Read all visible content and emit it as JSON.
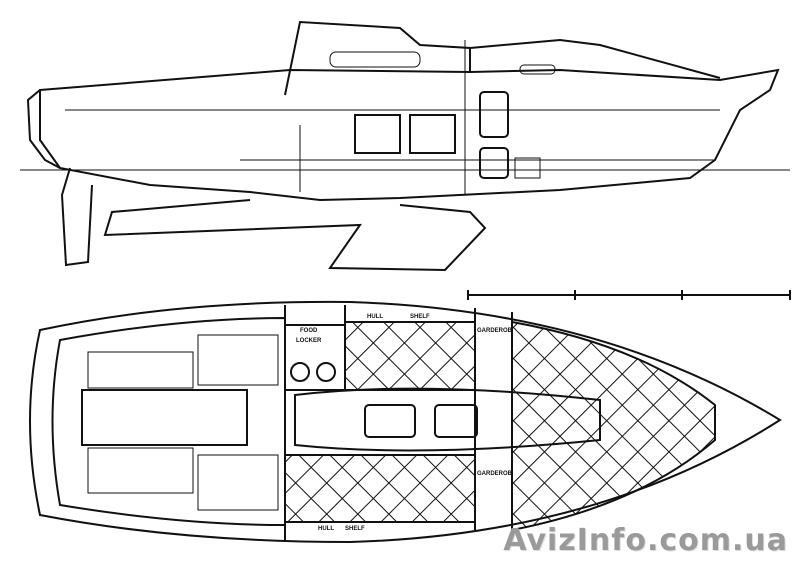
{
  "labels": {
    "hull_top": "HULL",
    "shelf_top": "SHELF",
    "food": "FOOD",
    "locker": "LOCKER",
    "garderob_top": "GARDEROB",
    "hull_bottom": "HULL",
    "shelf_bottom": "SHELF",
    "garderob_bottom": "GARDEROB"
  },
  "watermark": "AvizInfo.com.ua"
}
